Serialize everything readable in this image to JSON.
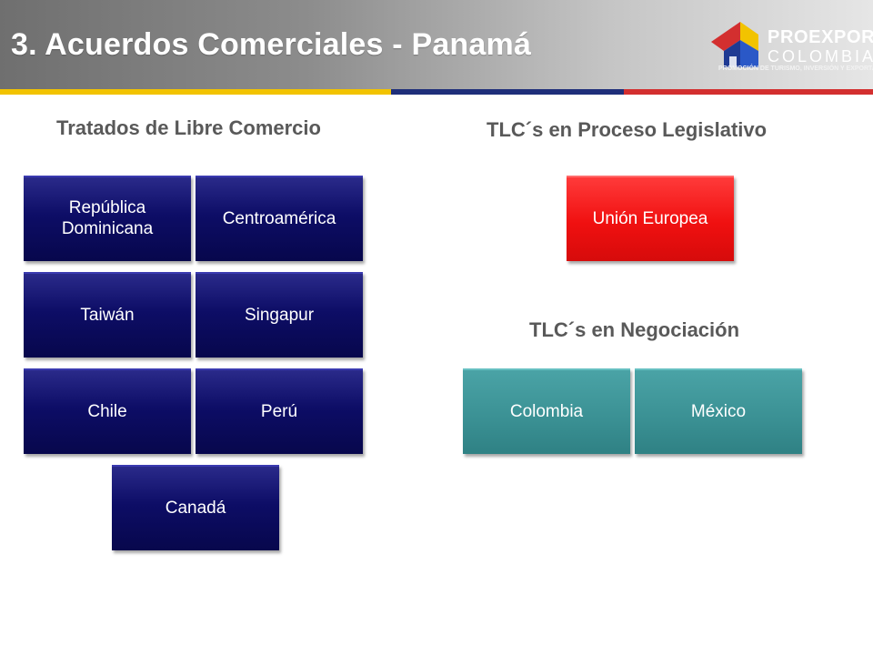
{
  "header": {
    "title": "3. Acuerdos Comerciales - Panamá",
    "logo": {
      "name_line1": "PROEXPORT",
      "name_line2": "COLOMBIA",
      "tagline": "PROMOCIÓN DE TURISMO, INVERSIÓN Y EXPORTACIONES",
      "icon": "proexport-house-logo-icon"
    }
  },
  "colors": {
    "navy_box": "#0d0d66",
    "red_box": "#f01010",
    "teal_box": "#3a9093",
    "stripe_yellow": "#f2c300",
    "stripe_blue": "#1f2f7a",
    "stripe_red": "#d32f2f"
  },
  "sections": {
    "tlc": {
      "heading": "Tratados de Libre Comercio",
      "items": [
        "República Dominicana",
        "Centroamérica",
        "Taiwán",
        "Singapur",
        "Chile",
        "Perú",
        "Canadá"
      ]
    },
    "legislativo": {
      "heading": "TLC´s en Proceso Legislativo",
      "items": [
        "Unión Europea"
      ]
    },
    "negociacion": {
      "heading": "TLC´s en Negociación",
      "items": [
        "Colombia",
        "México"
      ]
    }
  }
}
